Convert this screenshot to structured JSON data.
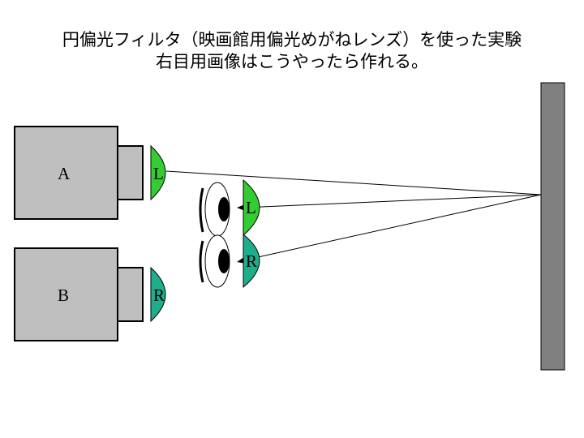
{
  "title": {
    "line1": "円偏光フィルタ（映画館用偏光めがねレンズ）を使った実験",
    "line2": "右目用画像はこうやったら作れる。"
  },
  "projectors": [
    {
      "label": "A"
    },
    {
      "label": "B"
    }
  ],
  "filters": {
    "projector_a": "L",
    "projector_b": "R",
    "glasses_top": "L",
    "glasses_bottom": "R"
  },
  "colors": {
    "projector_fill": "#bfbfbf",
    "screen_fill": "#808080",
    "left_filter": "#33cc33",
    "right_filter": "#1fae8c",
    "eye_pupil": "#000000"
  }
}
